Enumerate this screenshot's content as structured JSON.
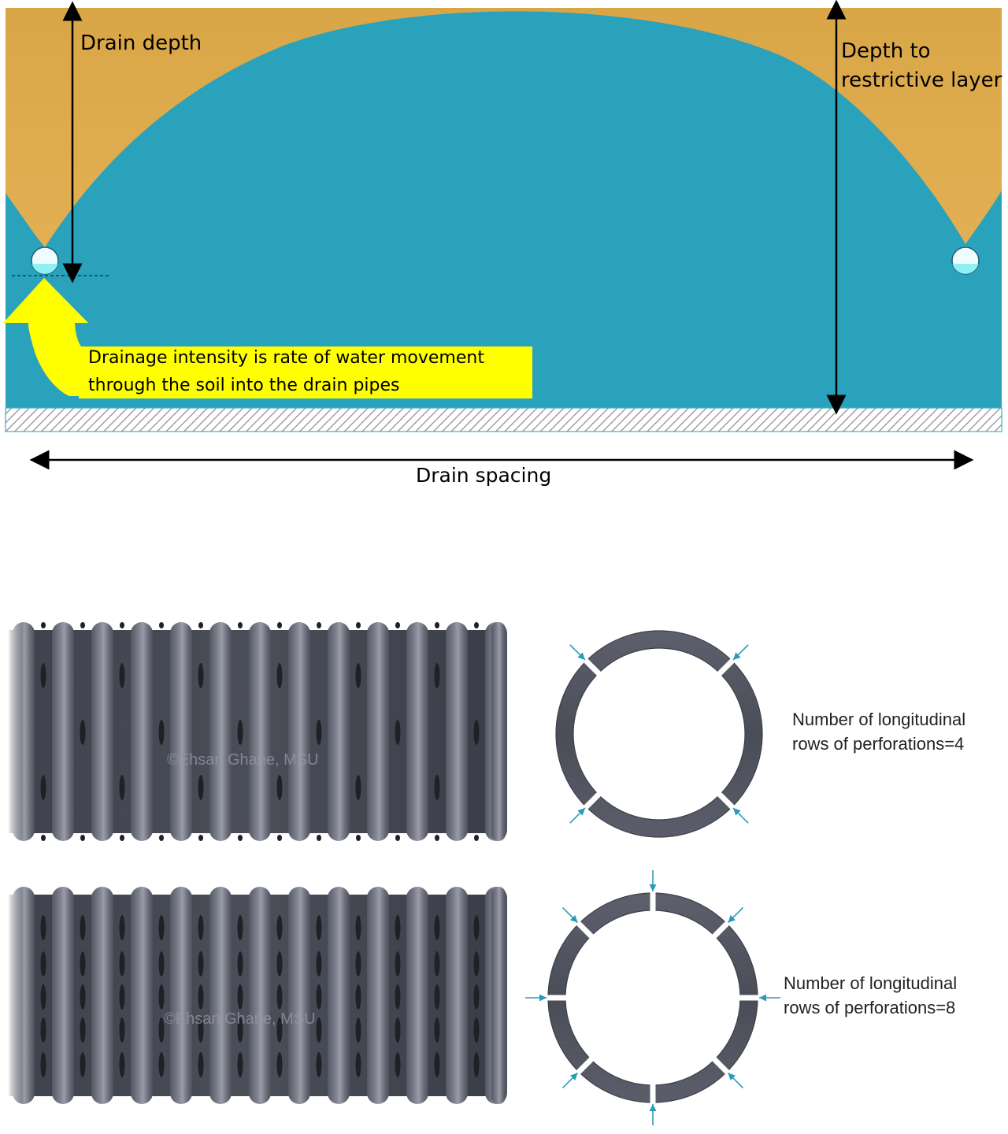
{
  "labels": {
    "drain_depth": "Drain depth",
    "depth_restrictive_line1": "Depth to",
    "depth_restrictive_line2": "restrictive layer",
    "intensity_line1": "Drainage intensity is rate of water movement",
    "intensity_line2": "through the soil into the drain pipes",
    "drain_spacing": "Drain spacing"
  },
  "pipes": [
    {
      "watermark": "©Ehsan Ghane, MSU",
      "caption_line1": "Number of longitudinal",
      "caption_line2": "rows of perforations=4",
      "perforation_rows": 4
    },
    {
      "watermark": "©Ehsan Ghane, MSU",
      "caption_line1": "Number of longitudinal",
      "caption_line2": "rows of perforations=8",
      "perforation_rows": 8
    }
  ],
  "colors": {
    "soil": "#e3b15a",
    "water": "#2aa2bc",
    "callout": "#ffff00",
    "arrow_tip": "#2a9bb5",
    "pipe": "#4d505c"
  }
}
